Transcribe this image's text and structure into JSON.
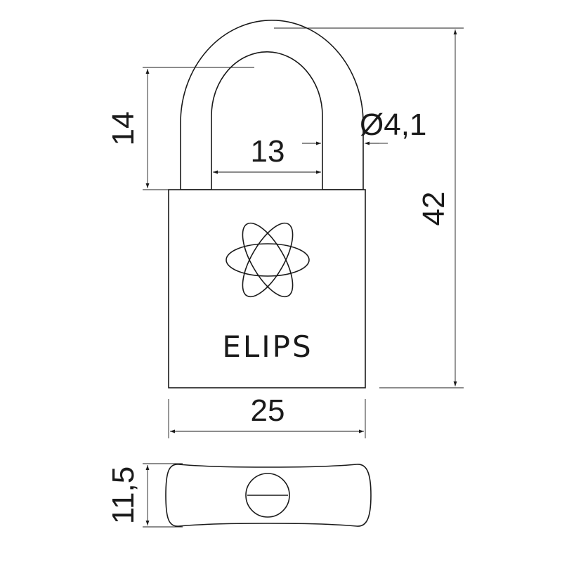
{
  "dimensions": {
    "shackle_inner_height": "14",
    "shackle_inner_width": "13",
    "shackle_diameter": "Ø4,1",
    "total_height": "42",
    "body_width": "25",
    "body_thickness": "11,5"
  },
  "brand": {
    "name": "ELIPS",
    "logo_icon": "atom-orbit-logo"
  },
  "colors": {
    "line": "#1a1a1a",
    "background": "#ffffff"
  }
}
